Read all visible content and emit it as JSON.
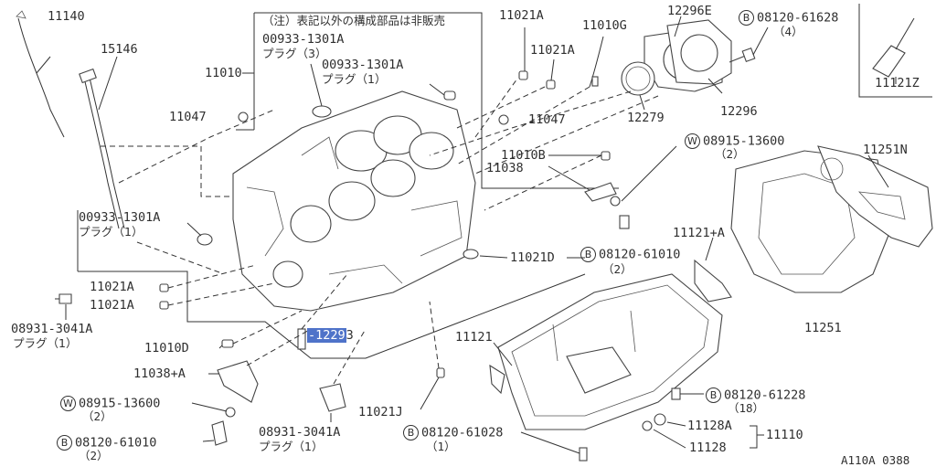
{
  "colors": {
    "line": "#333333",
    "highlight": "#4f73c9"
  },
  "note": "（注）表記以外の構成部品は非販売",
  "labels": {
    "p11140": "11140",
    "p15146": "15146",
    "p11010": "11010",
    "p11047a": "11047",
    "p11047b": "11047",
    "p00933a": "00933-1301A",
    "p00933a_sub": "プラグ（3）",
    "p00933b": "00933-1301A",
    "p00933b_sub": "プラグ（1）",
    "p00933c": "00933-1301A",
    "p00933c_sub": "プラグ（1）",
    "p11021a_1": "11021A",
    "p11021a_2": "11021A",
    "p11021a_3": "11021A",
    "p11021a_4": "11021A",
    "p11010g": "11010G",
    "p12296e": "12296E",
    "p12279": "12279",
    "p12296": "12296",
    "p08120_61628": "08120-61628",
    "p08120_61628_q": "（4）",
    "p11121z": "11121Z",
    "p08915a": "08915-13600",
    "p08915a_q": "（2）",
    "p11010b": "11010B",
    "p11038": "11038",
    "p11251n": "11251N",
    "p11121a": "11121+A",
    "p08120_61010a": "08120-61010",
    "p08120_61010a_q": "（2）",
    "p11021d": "11021D",
    "p11251": "11251",
    "p08931a": "08931-3041A",
    "p08931a_sub": "プラグ（1）",
    "p12293_hl": "-1229",
    "p12293_rest": "3",
    "p11121": "11121",
    "p11010d": "11010D",
    "p11038a": "11038+A",
    "p08915b": "08915-13600",
    "p08915b_q": "（2）",
    "p08120_61010b": "08120-61010",
    "p08120_61010b_q": "（2）",
    "p08931b": "08931-3041A",
    "p08931b_sub": "プラグ（1）",
    "p11021j": "11021J",
    "p08120_61028": "08120-61028",
    "p08120_61028_q": "（1）",
    "p08120_61228": "08120-61228",
    "p08120_61228_q": "（18）",
    "p11128a": "11128A",
    "p11110": "11110",
    "p11128": "11128",
    "code": "A110A 0388"
  },
  "symbols": {
    "bolt": "B",
    "washer": "W"
  },
  "icons": [
    "bolt-symbol-icon",
    "washer-symbol-icon"
  ]
}
